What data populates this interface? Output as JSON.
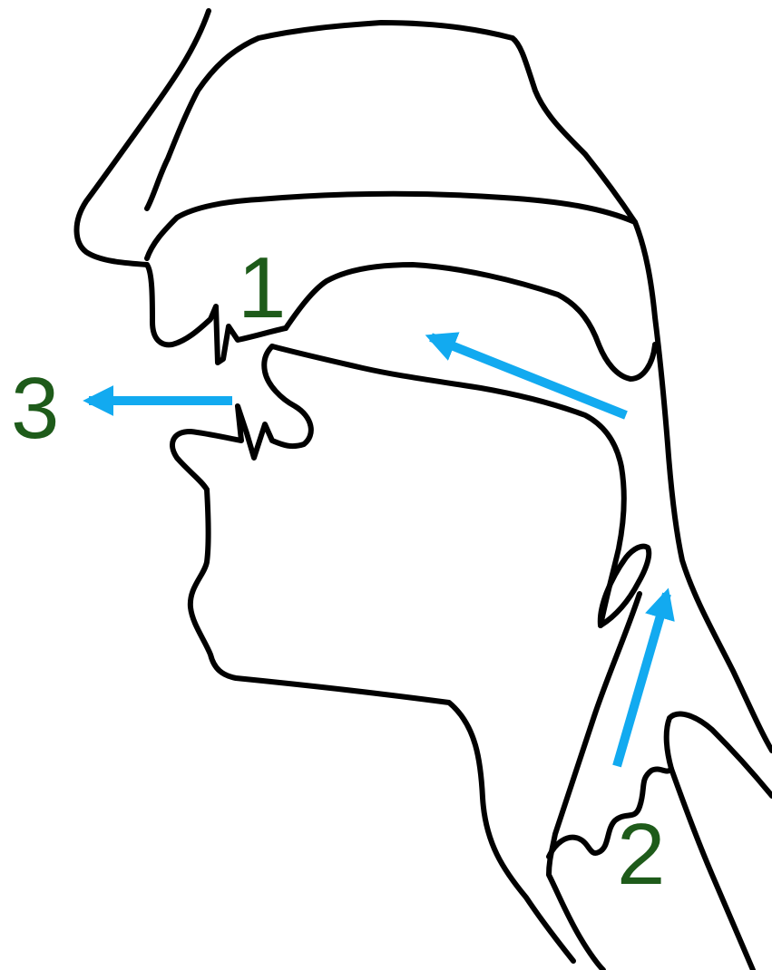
{
  "colors": {
    "outline": "#000000",
    "arrow": "#12aaf0",
    "label": "#1e5b1a",
    "background": "#ffffff"
  },
  "labels": {
    "one": "1",
    "two": "2",
    "three": "3"
  },
  "icons": {
    "arrow_glottis_to_pharynx": "arrow-up-icon",
    "arrow_pharynx_to_palate": "arrow-up-left-icon",
    "arrow_out_of_mouth": "arrow-left-icon"
  }
}
